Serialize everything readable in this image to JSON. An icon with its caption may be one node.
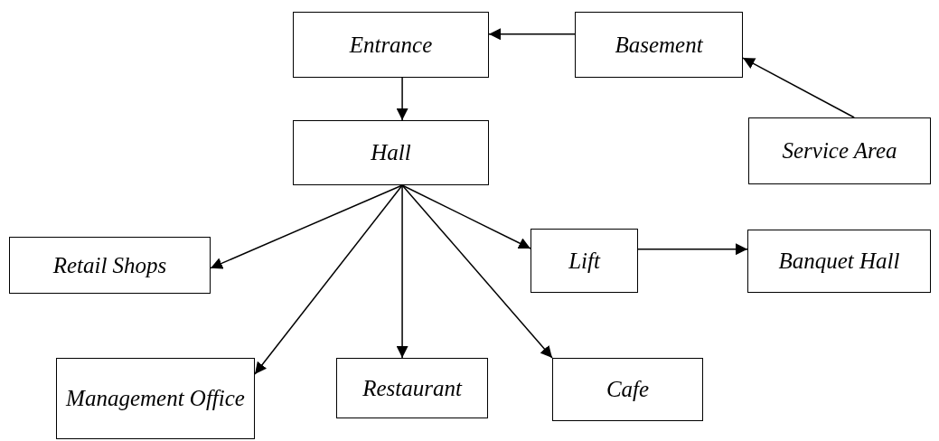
{
  "diagram": {
    "nodes": [
      {
        "text": [
          "Entrance"
        ]
      },
      {
        "text": [
          "Basement"
        ]
      },
      {
        "text": [
          "Service Area"
        ]
      },
      {
        "text": [
          "Hall"
        ]
      },
      {
        "text": [
          "Retail Shops"
        ]
      },
      {
        "text": [
          "Lift"
        ]
      },
      {
        "text": [
          "Banquet Hall"
        ]
      },
      {
        "text": [
          "Management Office"
        ]
      },
      {
        "text": [
          "Restaurant"
        ]
      },
      {
        "text": [
          "Cafe"
        ]
      }
    ],
    "edges": [
      {
        "from": 1,
        "to": 0,
        "arrow": "to"
      },
      {
        "from": 0,
        "to": 3,
        "arrow": "to"
      },
      {
        "from": 2,
        "to": 1,
        "arrow": "to"
      },
      {
        "from": 3,
        "to": 4,
        "arrow": "to"
      },
      {
        "from": 3,
        "to": 7,
        "arrow": "to"
      },
      {
        "from": 3,
        "to": 8,
        "arrow": "to"
      },
      {
        "from": 3,
        "to": 9,
        "arrow": "to"
      },
      {
        "from": 3,
        "to": 5,
        "arrow": "to"
      },
      {
        "from": 5,
        "to": 6,
        "arrow": "to"
      }
    ]
  }
}
